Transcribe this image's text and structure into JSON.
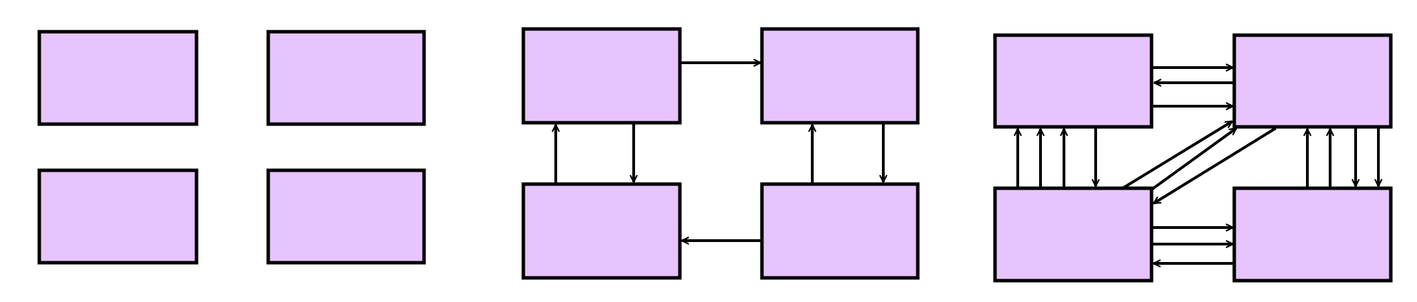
{
  "colors": {
    "box_fill": "#e7c4fd",
    "box_stroke": "#000000",
    "arrow": "#000000",
    "background": "#ffffff"
  },
  "panels": [
    {
      "id": "panel-1",
      "boxes": [
        "top-left",
        "top-right",
        "bottom-left",
        "bottom-right"
      ],
      "arrows": []
    },
    {
      "id": "panel-2",
      "boxes": [
        "top-left",
        "top-right",
        "bottom-left",
        "bottom-right"
      ],
      "arrows": [
        {
          "from": "top-left",
          "to": "top-right"
        },
        {
          "from": "bottom-left",
          "to": "top-left"
        },
        {
          "from": "top-left",
          "to": "bottom-left"
        },
        {
          "from": "bottom-right",
          "to": "top-right"
        },
        {
          "from": "top-right",
          "to": "bottom-right"
        },
        {
          "from": "bottom-right",
          "to": "bottom-left"
        }
      ]
    },
    {
      "id": "panel-3",
      "boxes": [
        "top-left",
        "top-right",
        "bottom-left",
        "bottom-right"
      ],
      "arrows": [
        {
          "from": "top-left",
          "to": "top-right"
        },
        {
          "from": "top-right",
          "to": "top-left"
        },
        {
          "from": "top-left",
          "to": "top-right"
        },
        {
          "from": "bottom-left",
          "to": "top-left"
        },
        {
          "from": "bottom-left",
          "to": "top-left"
        },
        {
          "from": "bottom-left",
          "to": "top-left"
        },
        {
          "from": "top-left",
          "to": "bottom-left"
        },
        {
          "from": "bottom-left",
          "to": "top-right"
        },
        {
          "from": "bottom-left",
          "to": "top-right"
        },
        {
          "from": "top-right",
          "to": "bottom-left"
        },
        {
          "from": "bottom-right",
          "to": "top-right"
        },
        {
          "from": "bottom-right",
          "to": "top-right"
        },
        {
          "from": "top-right",
          "to": "bottom-right"
        },
        {
          "from": "top-right",
          "to": "bottom-right"
        },
        {
          "from": "bottom-left",
          "to": "bottom-right"
        },
        {
          "from": "bottom-left",
          "to": "bottom-right"
        },
        {
          "from": "bottom-right",
          "to": "bottom-left"
        }
      ]
    }
  ]
}
